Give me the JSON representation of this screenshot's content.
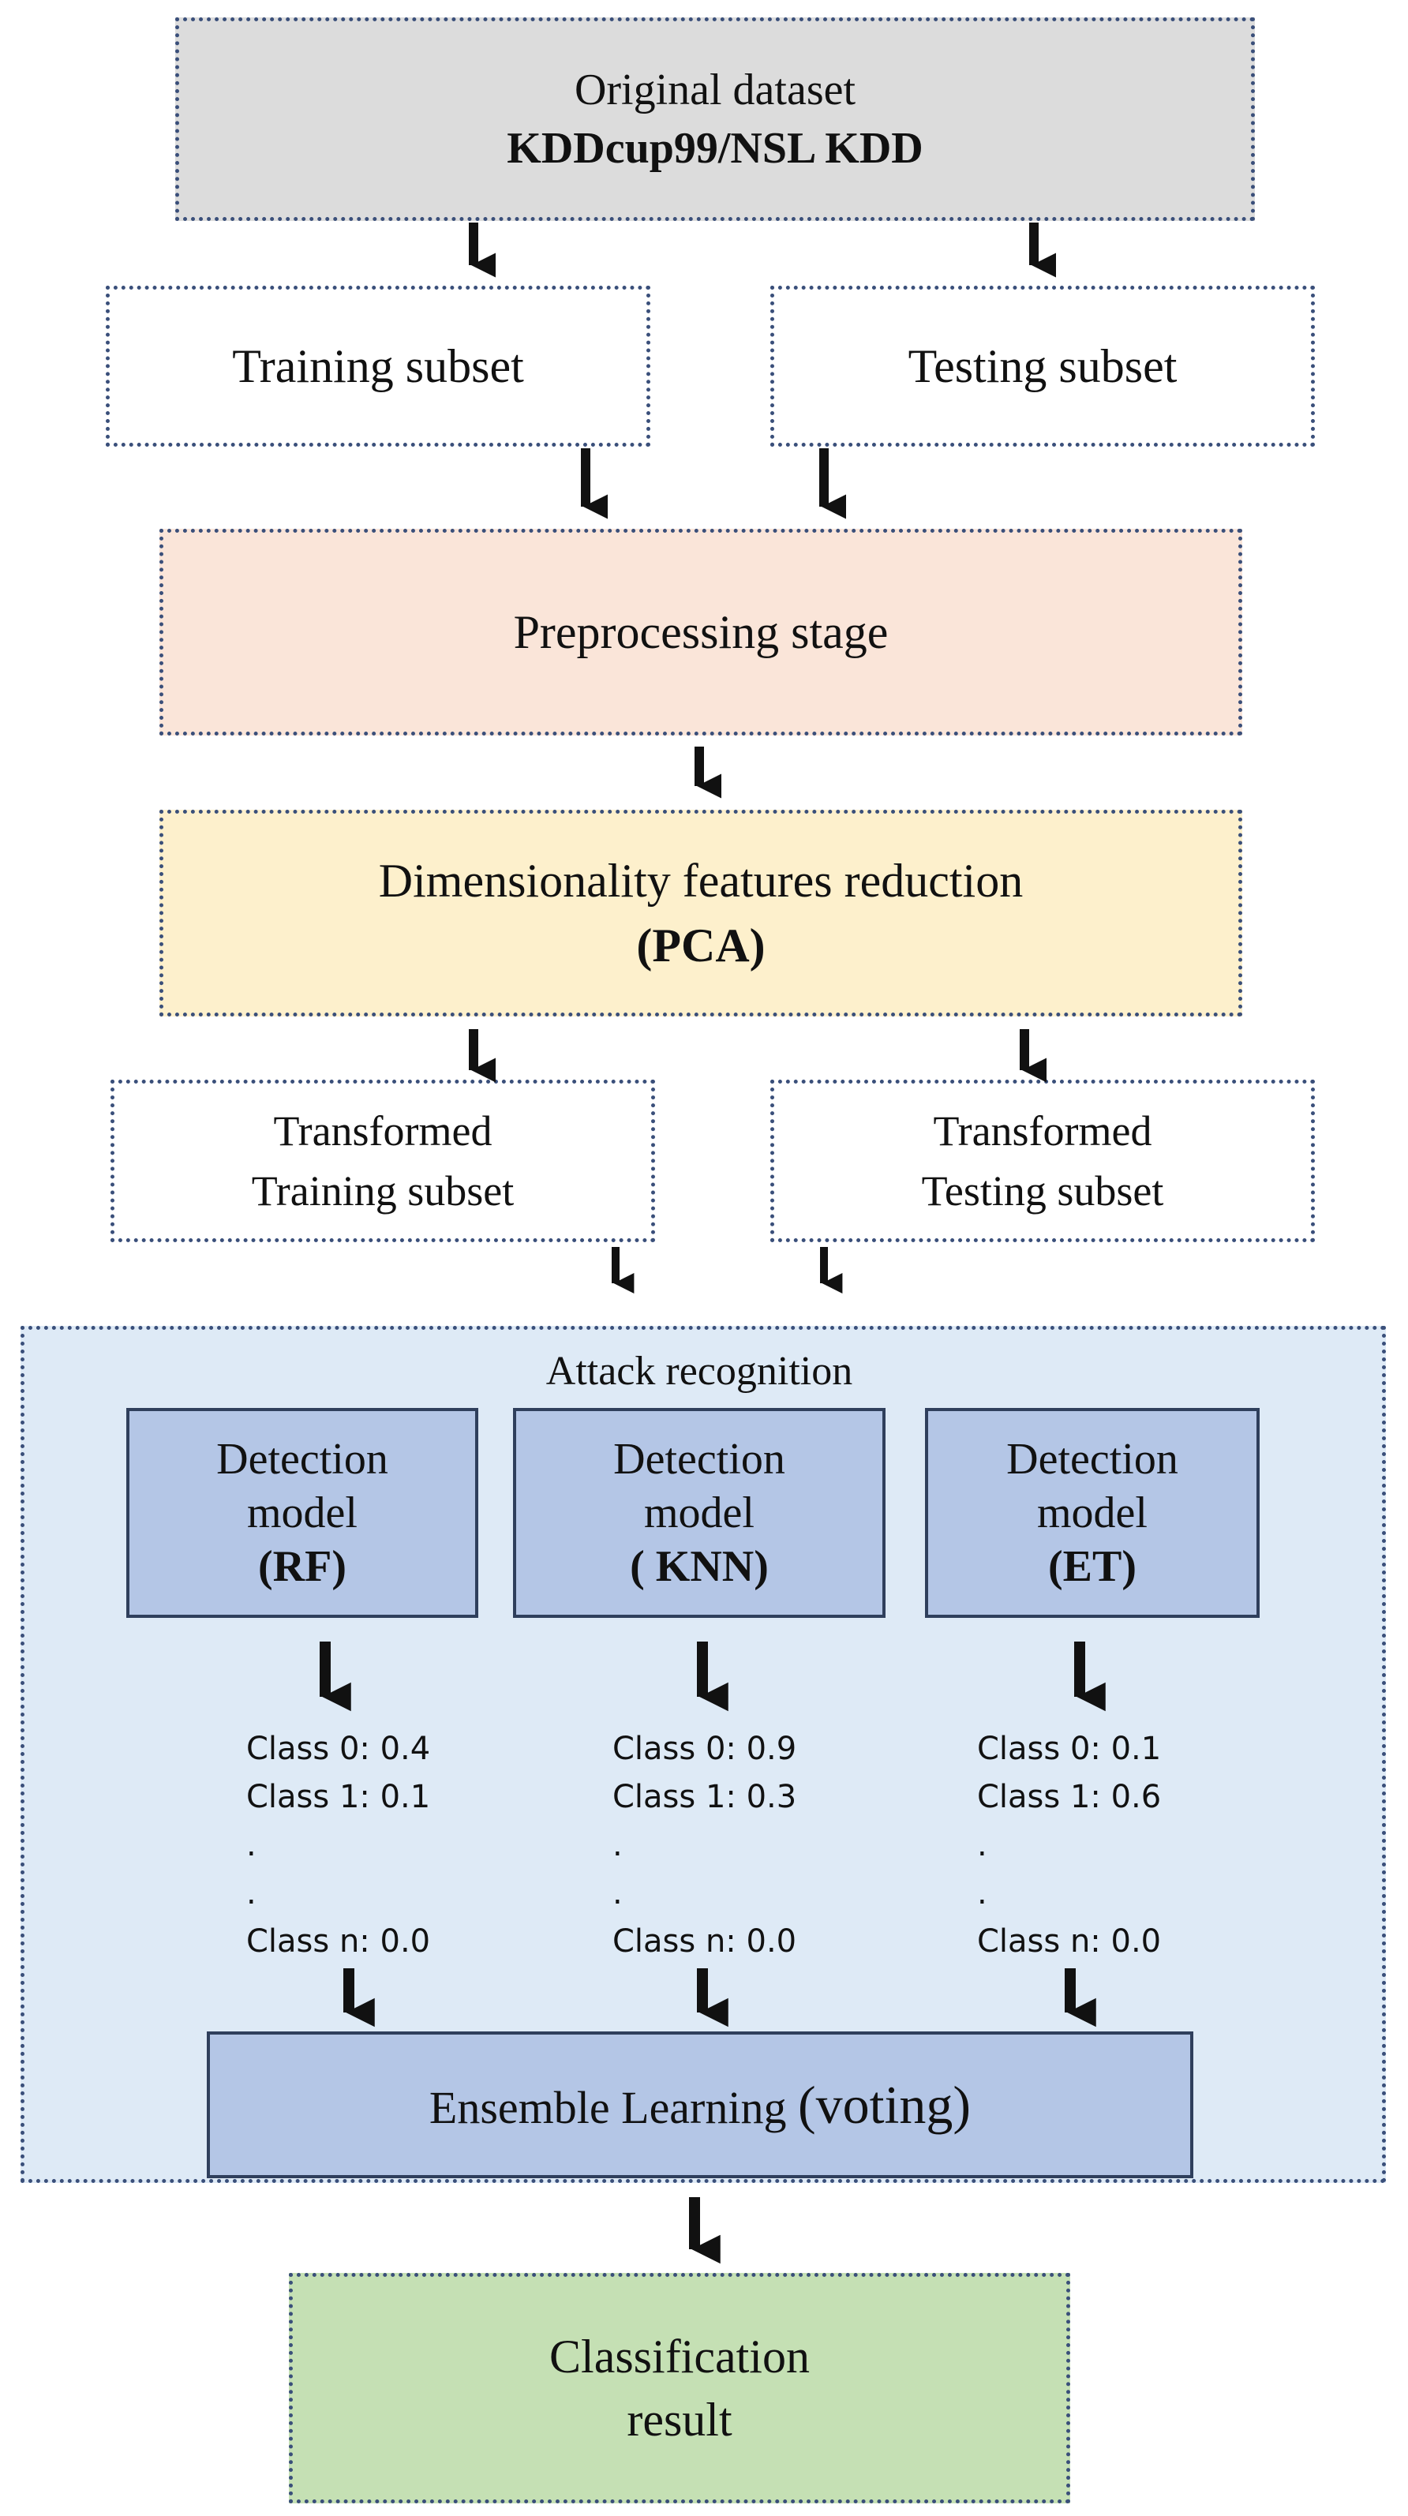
{
  "colors": {
    "dataset_fill": "#dcdcdc",
    "preprocessing_fill": "#fae5d9",
    "pca_fill": "#fdf0cc",
    "attack_region_fill": "#deeaf6",
    "model_fill": "#b4c6e6",
    "result_fill": "#c5e0b4",
    "border": "#3a4f7a",
    "arrow": "#111111"
  },
  "original_dataset": {
    "title": "Original dataset",
    "subtitle": "KDDcup99/NSL KDD"
  },
  "training_subset": {
    "label": "Training subset"
  },
  "testing_subset": {
    "label": "Testing subset"
  },
  "preprocessing": {
    "label": "Preprocessing stage"
  },
  "feature_reduction": {
    "title": "Dimensionality features reduction",
    "subtitle": "(PCA)"
  },
  "transformed_training": {
    "line1": "Transformed",
    "line2": "Training subset"
  },
  "transformed_testing": {
    "line1": "Transformed",
    "line2": "Testing subset"
  },
  "attack_recognition": {
    "label": "Attack recognition",
    "models": [
      {
        "line1": "Detection",
        "line2": "model",
        "name": "(RF)",
        "probs": [
          "Class 0: 0.4",
          "Class 1: 0.1",
          ".",
          ".",
          "Class n: 0.0"
        ]
      },
      {
        "line1": "Detection",
        "line2": "model",
        "name": "( KNN)",
        "probs": [
          "Class 0: 0.9",
          "Class 1: 0.3",
          ".",
          ".",
          "Class n: 0.0"
        ]
      },
      {
        "line1": "Detection",
        "line2": "model",
        "name": "(ET)",
        "probs": [
          "Class 0: 0.1",
          "Class 1: 0.6",
          ".",
          ".",
          "Class n: 0.0"
        ]
      }
    ],
    "ensemble": {
      "label_main": "Ensemble Learning ",
      "label_paren": "(voting)"
    }
  },
  "classification": {
    "line1": "Classification",
    "line2": "result"
  }
}
